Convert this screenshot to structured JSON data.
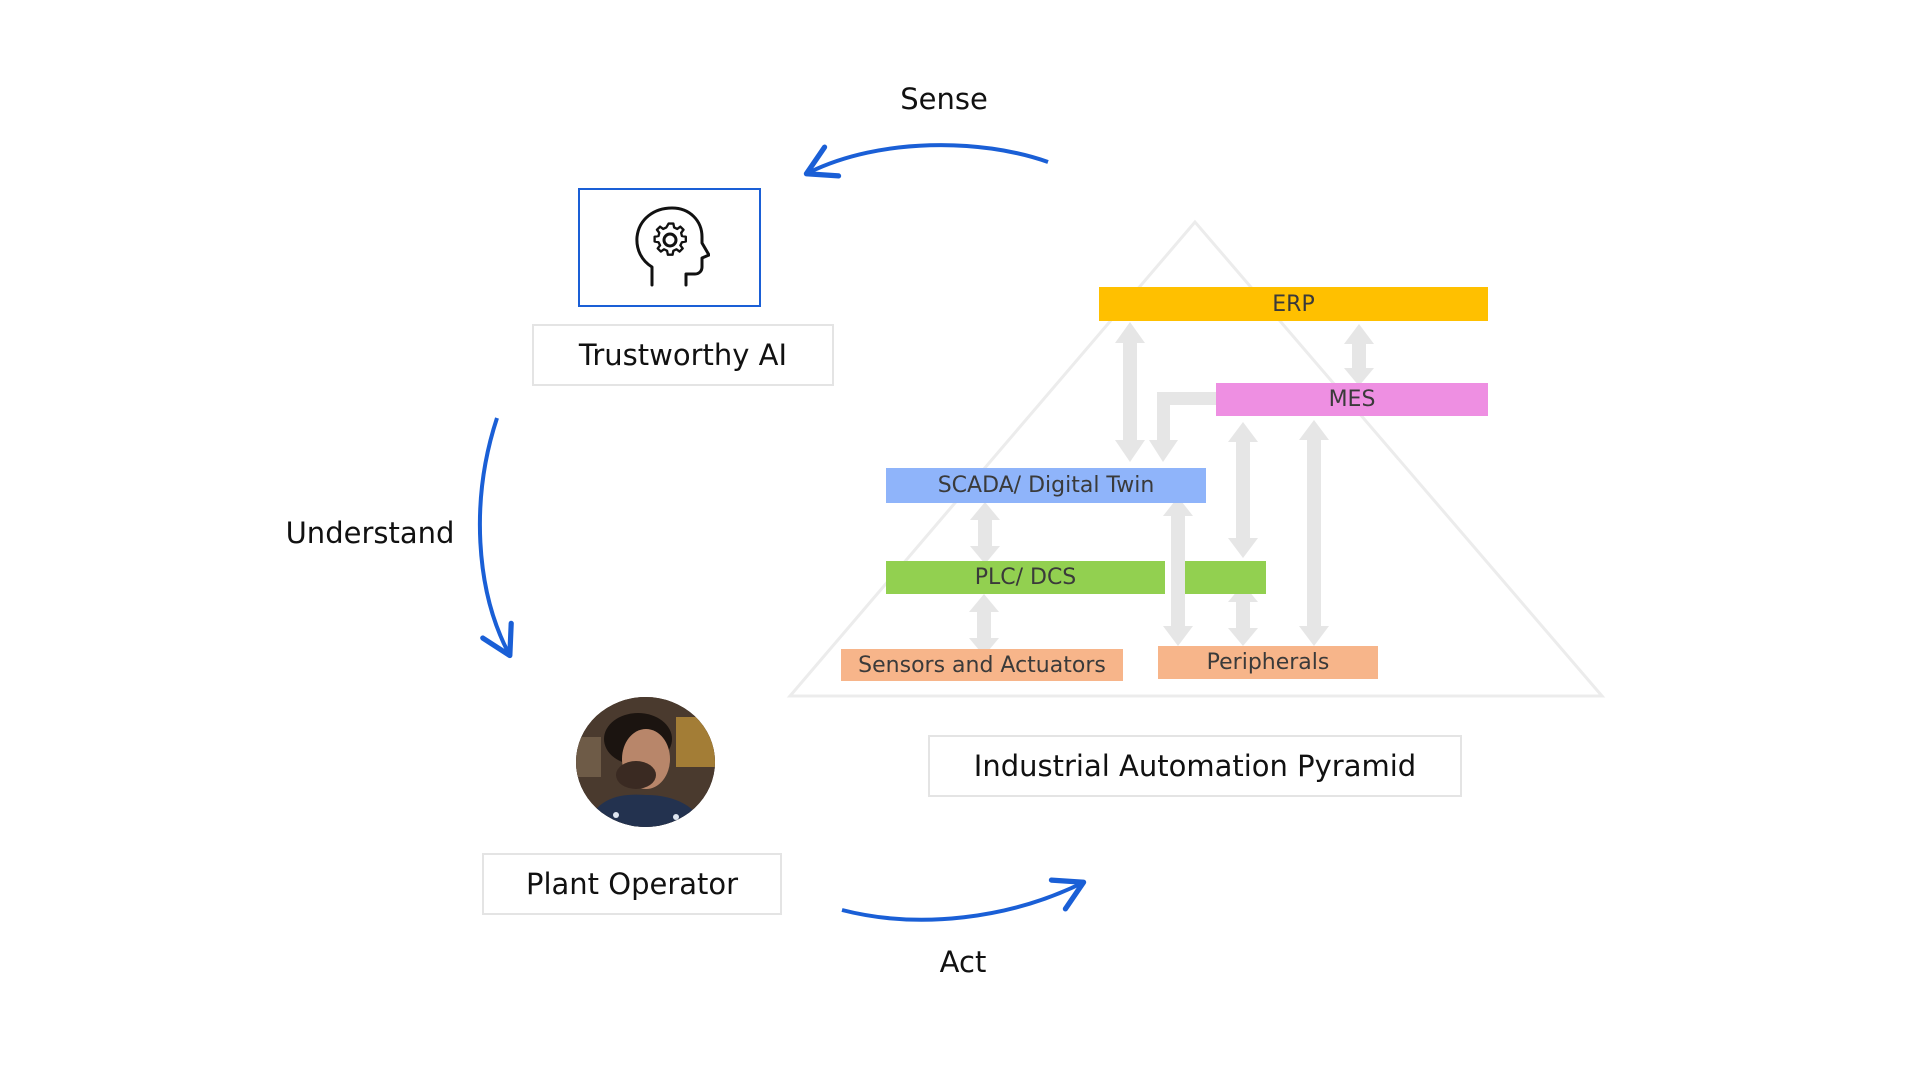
{
  "cycle": {
    "sense_label": "Sense",
    "understand_label": "Understand",
    "act_label": "Act"
  },
  "trustworthy_ai": {
    "icon": "head-gear-icon",
    "caption": "Trustworthy AI"
  },
  "plant_operator": {
    "avatar": "operator-photo",
    "caption": "Plant Operator"
  },
  "pyramid": {
    "caption": "Industrial Automation Pyramid",
    "layers": {
      "erp": "ERP",
      "mes": "MES",
      "scada": "SCADA/ Digital Twin",
      "plc": "PLC/ DCS",
      "sensors": "Sensors and Actuators",
      "peripherals": "Peripherals"
    }
  },
  "colors": {
    "arrow_blue": "#1a5fd6",
    "erp": "#ffc000",
    "mes": "#ee8fe2",
    "scada": "#8fb4fa",
    "plc": "#92d050",
    "sensors": "#f7b58a",
    "peripherals": "#f7b58a",
    "connector_gray": "#e6e6e6"
  }
}
